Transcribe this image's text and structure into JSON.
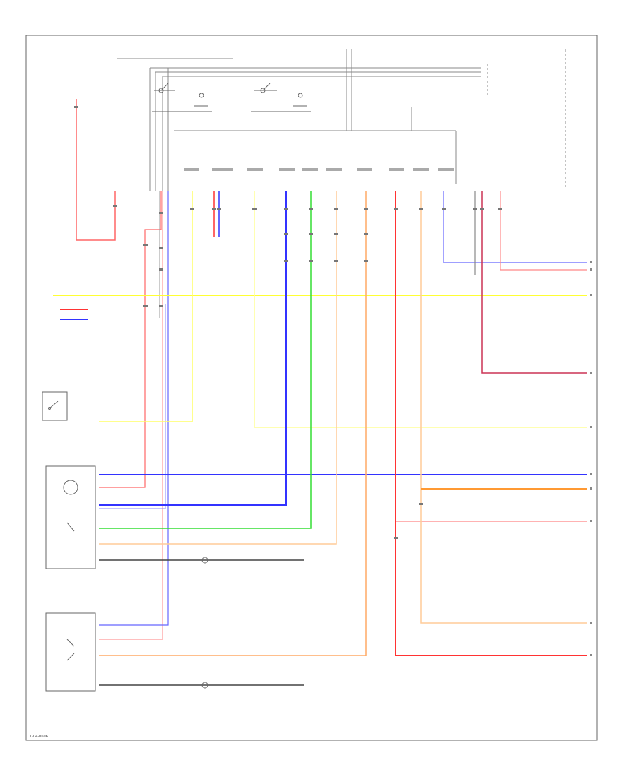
{
  "footer": {
    "page_id": "1-04-0606"
  },
  "colors": {
    "border": "#555555",
    "red": "#ff3333",
    "yellow": "#ffff44",
    "blue": "#3333ff",
    "green": "#33dd33",
    "orange": "#ff9933",
    "pink": "#ff9999",
    "light_orange": "#ffcc99",
    "pale_yellow": "#ffff99",
    "dark_red": "#cc3355",
    "black": "#333333",
    "gray": "#999999"
  },
  "wires": [
    {
      "id": "w-red-left-1",
      "color": "red"
    },
    {
      "id": "w-red-left-2",
      "color": "red"
    },
    {
      "id": "w-yellow-mid",
      "color": "yellow"
    },
    {
      "id": "w-blue-mid",
      "color": "blue"
    },
    {
      "id": "w-green-mid",
      "color": "green"
    },
    {
      "id": "w-orange-mid",
      "color": "orange"
    },
    {
      "id": "w-red-right",
      "color": "red"
    },
    {
      "id": "w-pink-right",
      "color": "pink"
    },
    {
      "id": "w-blue-right",
      "color": "blue"
    }
  ]
}
